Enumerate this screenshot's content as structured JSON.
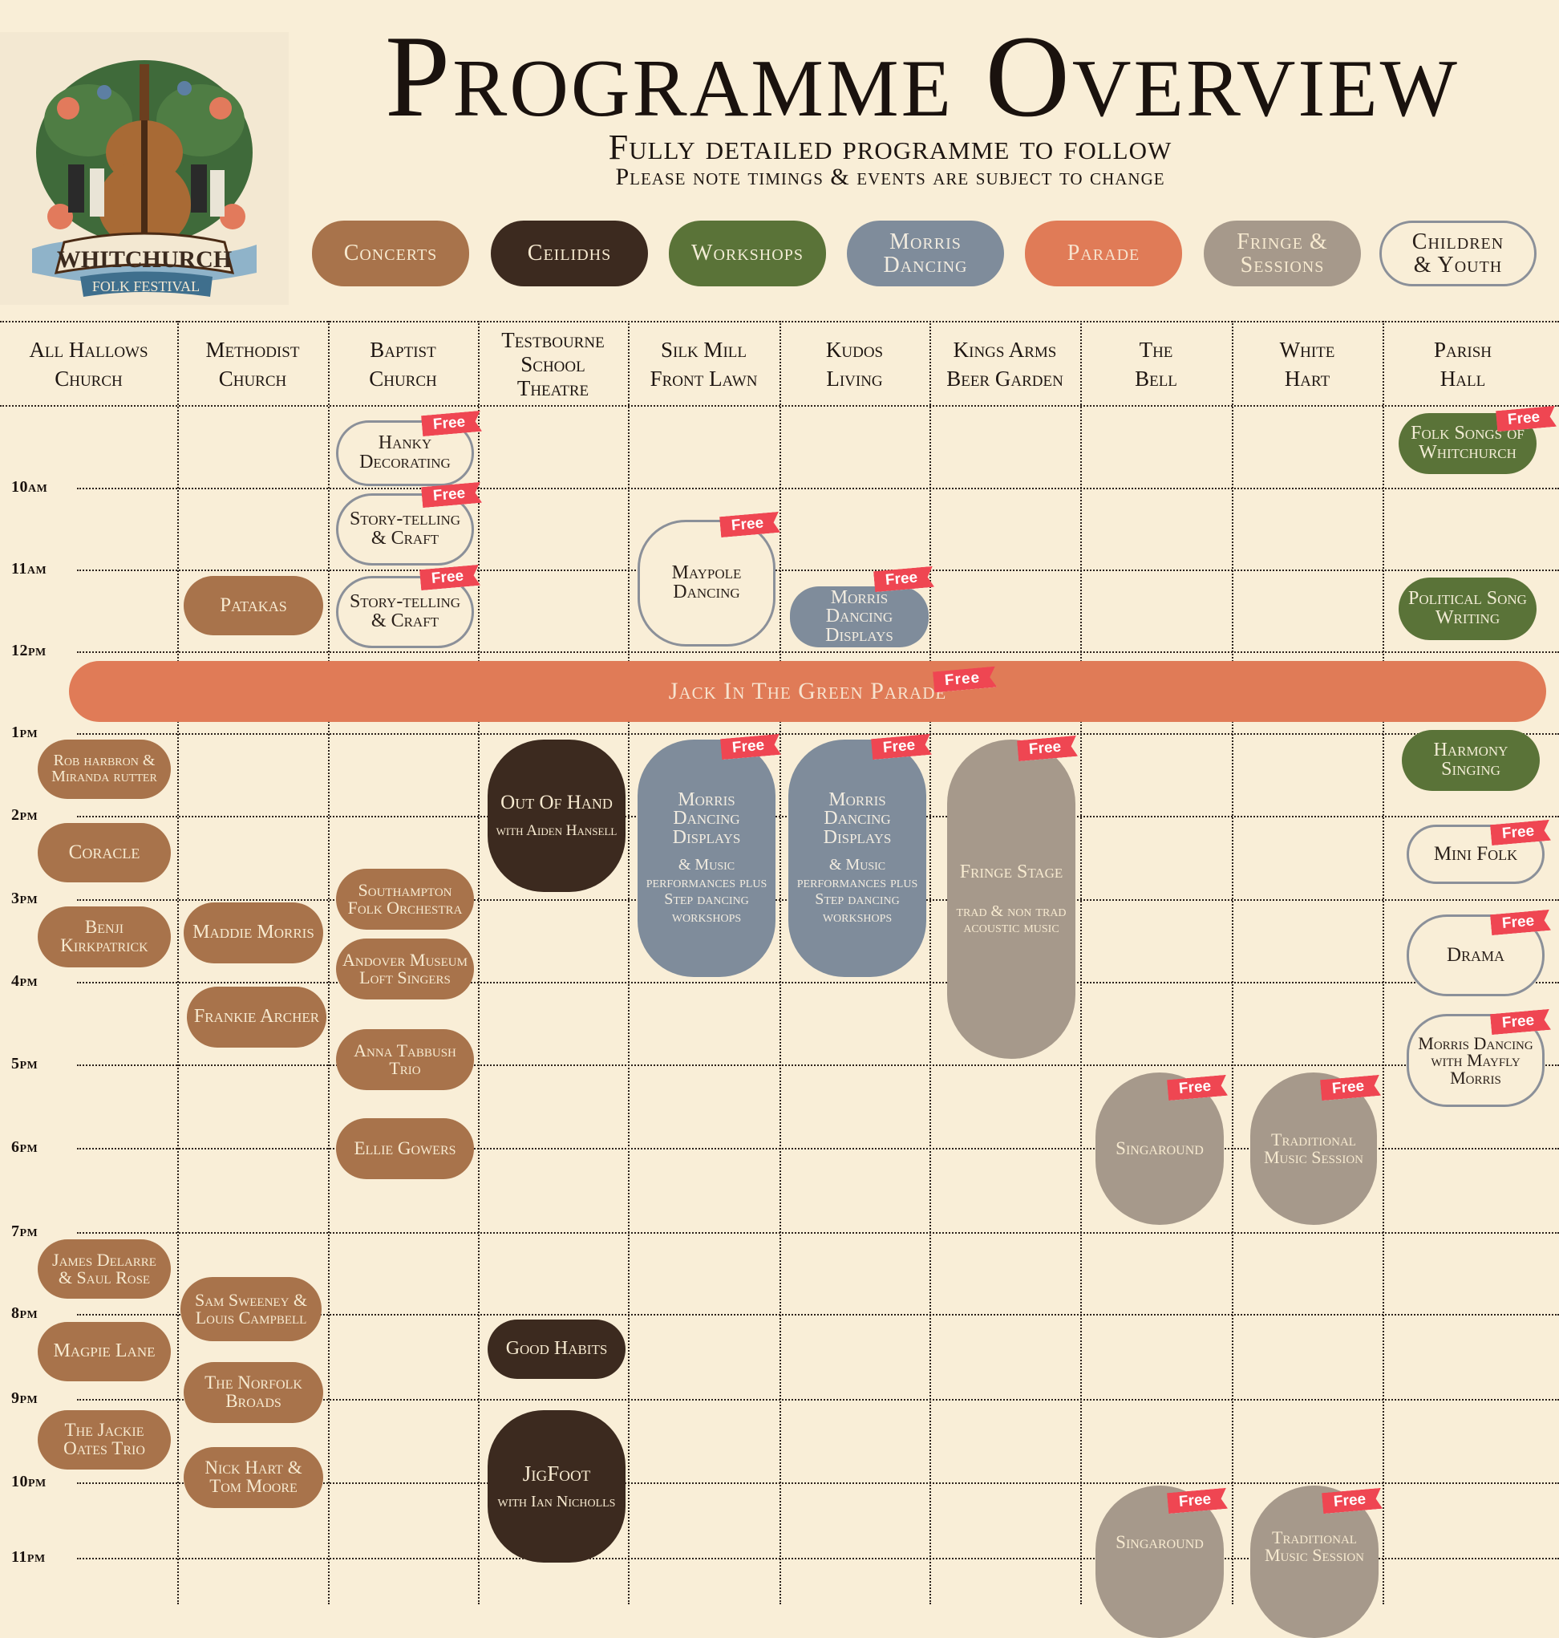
{
  "header": {
    "logo_text": "WHITCHURCH",
    "logo_sub": "FOLK FESTIVAL",
    "title": "Programme Overview",
    "subtitle": "Fully detailed programme to follow",
    "note": "Please note timings & events are subject to change"
  },
  "colors": {
    "background": "#f9eed7",
    "concerts": "#a8734b",
    "ceilidhs": "#3c2a1f",
    "workshops": "#5a7338",
    "morris": "#7f8c9b",
    "parade": "#e07b57",
    "fringe": "#a6998b",
    "free_badge": "#ef4652"
  },
  "legend": [
    {
      "line1": "Concerts",
      "line2": ""
    },
    {
      "line1": "Ceilidhs",
      "line2": ""
    },
    {
      "line1": "Workshops",
      "line2": ""
    },
    {
      "line1": "Morris",
      "line2": "Dancing"
    },
    {
      "line1": "Parade",
      "line2": ""
    },
    {
      "line1": "Fringe &",
      "line2": "Sessions"
    },
    {
      "line1": "Children",
      "line2": "& Youth"
    }
  ],
  "venues": [
    {
      "line1": "All Hallows",
      "line2": "Church",
      "line3": ""
    },
    {
      "line1": "Methodist",
      "line2": "Church",
      "line3": ""
    },
    {
      "line1": "Baptist",
      "line2": "Church",
      "line3": ""
    },
    {
      "line1": "Testbourne",
      "line2": "School",
      "line3": "Theatre"
    },
    {
      "line1": "Silk Mill",
      "line2": "Front Lawn",
      "line3": ""
    },
    {
      "line1": "Kudos",
      "line2": "Living",
      "line3": ""
    },
    {
      "line1": "Kings Arms",
      "line2": "Beer Garden",
      "line3": ""
    },
    {
      "line1": "The",
      "line2": "Bell",
      "line3": ""
    },
    {
      "line1": "White",
      "line2": "Hart",
      "line3": ""
    },
    {
      "line1": "Parish",
      "line2": "Hall",
      "line3": ""
    }
  ],
  "times": [
    "10am",
    "11am",
    "12pm",
    "1pm",
    "2pm",
    "3pm",
    "4pm",
    "5pm",
    "6pm",
    "7pm",
    "8pm",
    "9pm",
    "10pm",
    "11pm"
  ],
  "free_label": "Free",
  "events": {
    "hanky": {
      "title": "Hanky Decorating"
    },
    "story1": {
      "title": "Story-telling & Craft"
    },
    "story2": {
      "title": "Story-telling & Craft"
    },
    "folk_songs": {
      "title": "Folk Songs of Whitchurch"
    },
    "maypole": {
      "title": "Maypole Dancing"
    },
    "patakas": {
      "title": "Patakas"
    },
    "morris_am": {
      "title": "Morris Dancing Displays"
    },
    "political": {
      "title": "Political Song Writing"
    },
    "parade": {
      "title": "Jack In The Green Parade"
    },
    "rob": {
      "title": "Rob harbron & Miranda rutter"
    },
    "out_of_hand": {
      "title": "Out Of Hand",
      "sub": "with Aiden Hansell"
    },
    "morris_silk": {
      "title": "Morris Dancing Displays",
      "sub": "& Music performances plus Step dancing workshops"
    },
    "morris_kudos": {
      "title": "Morris Dancing Displays",
      "sub": "& Music performances plus Step dancing workshops"
    },
    "fringe_stage": {
      "title": "Fringe Stage",
      "sub": "trad & non trad acoustic music"
    },
    "harmony": {
      "title": "Harmony Singing"
    },
    "coracle": {
      "title": "Coracle"
    },
    "mini_folk": {
      "title": "Mini Folk"
    },
    "southampton": {
      "title": "Southampton Folk Orchestra"
    },
    "benji": {
      "title": "Benji Kirkpatrick"
    },
    "maddie": {
      "title": "Maddie Morris"
    },
    "andover": {
      "title": "Andover Museum Loft Singers"
    },
    "drama": {
      "title": "Drama"
    },
    "frankie": {
      "title": "Frankie Archer"
    },
    "anna": {
      "title": "Anna Tabbush Trio"
    },
    "mayfly": {
      "title": "Morris Dancing with Mayfly Morris"
    },
    "singaround1": {
      "title": "Singaround"
    },
    "trad1": {
      "title": "Traditional Music Session"
    },
    "ellie": {
      "title": "Ellie Gowers"
    },
    "james": {
      "title": "James Delarre & Saul Rose"
    },
    "sam": {
      "title": "Sam Sweeney & Louis Campbell"
    },
    "magpie": {
      "title": "Magpie Lane"
    },
    "good_habits": {
      "title": "Good Habits"
    },
    "norfolk": {
      "title": "The Norfolk Broads"
    },
    "jackie": {
      "title": "The Jackie Oates Trio"
    },
    "jigfoot": {
      "title": "JigFoot",
      "sub": "with Ian Nicholls"
    },
    "nick": {
      "title": "Nick Hart & Tom Moore"
    },
    "singaround2": {
      "title": "Singaround"
    },
    "trad2": {
      "title": "Traditional Music Session"
    }
  }
}
